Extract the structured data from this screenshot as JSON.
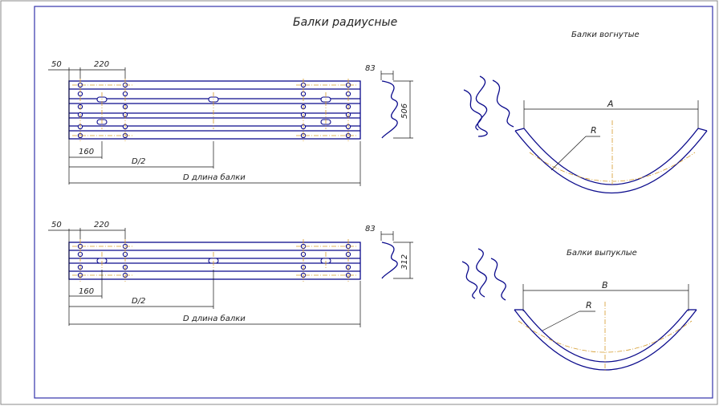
{
  "title": "Балки радиусные",
  "concave": {
    "title": "Балки вогнутые",
    "chord_label": "A",
    "radius_label": "R"
  },
  "convex": {
    "title": "Балки выпуклые",
    "chord_label": "B",
    "radius_label": "R"
  },
  "beam_top": {
    "dim_end": "50",
    "dim_pitch": "220",
    "dim_first_hole": "160",
    "dim_half": "D/2",
    "dim_length": "D длина балки",
    "dim_profile_depth": "83",
    "dim_profile_height": "506"
  },
  "beam_bottom": {
    "dim_end": "50",
    "dim_pitch": "220",
    "dim_first_hole": "160",
    "dim_half": "D/2",
    "dim_length": "D длина балки",
    "dim_profile_depth": "83",
    "dim_profile_height": "312"
  },
  "colors": {
    "ink": "#0b0b8c",
    "frame": "#3333aa",
    "axis": "#d49a2a"
  }
}
